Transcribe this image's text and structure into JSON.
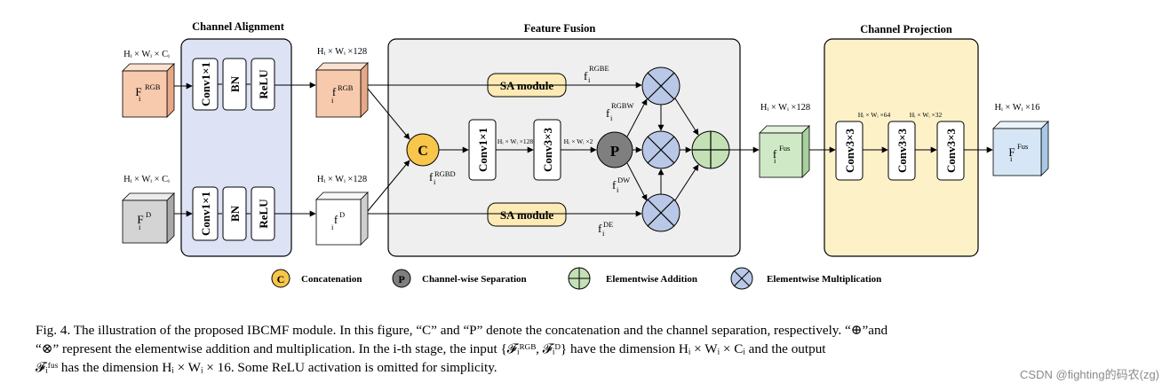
{
  "sections": {
    "channel_alignment": "Channel  Alignment",
    "feature_fusion": "Feature  Fusion",
    "channel_projection": "Channel  Projection"
  },
  "dims": {
    "input_rgb": "Hᵢ × Wᵢ × Cᵢ",
    "input_d": "Hᵢ × Wᵢ × Cᵢ",
    "aligned_rgb": "Hᵢ × Wᵢ ×128",
    "aligned_d": "Hᵢ × Wᵢ ×128",
    "fusion_conv": "Hᵢ × Wᵢ ×128",
    "fusion_sep": "Hᵢ × Wᵢ ×2",
    "fus_feature": "Hᵢ × Wᵢ ×128",
    "proj1": "Hᵢ × Wᵢ ×64",
    "proj2": "Hᵢ × Wᵢ ×32",
    "output": "Hᵢ × Wᵢ ×16"
  },
  "features": {
    "input_rgb": {
      "base": "F",
      "sub": "i",
      "sup": "RGB"
    },
    "input_d": {
      "base": "F",
      "sub": "i",
      "sup": "D"
    },
    "aligned_rgb": {
      "base": "f",
      "sub": "i",
      "sup": "RGB"
    },
    "aligned_d": {
      "base": "f",
      "sub": "i",
      "sup": "D"
    },
    "rgbe": {
      "base": "f",
      "sub": "i",
      "sup": "RGBE"
    },
    "rgbw": {
      "base": "f",
      "sub": "i",
      "sup": "RGBW"
    },
    "rgbd": {
      "base": "f",
      "sub": "i",
      "sup": "RGBD"
    },
    "dw": {
      "base": "f",
      "sub": "i",
      "sup": "DW"
    },
    "de": {
      "base": "f",
      "sub": "i",
      "sup": "DE"
    },
    "fus": {
      "base": "f",
      "sub": "i",
      "sup": "Fus"
    },
    "output": {
      "base": "F",
      "sub": "i",
      "sup": "Fus"
    }
  },
  "layers": {
    "conv1x1": "Conv1×1",
    "bn": "BN",
    "relu": "ReLU",
    "conv3x3": "Conv3×3"
  },
  "modules": {
    "sa_top": "SA module",
    "sa_bottom": "SA module",
    "concat_symbol": "C",
    "sep_symbol": "P"
  },
  "legend": [
    {
      "symbol": "C",
      "label": "Concatenation"
    },
    {
      "symbol": "P",
      "label": "Channel-wise Separation"
    },
    {
      "symbol": "plus",
      "label": "Elementwise Addition"
    },
    {
      "symbol": "times",
      "label": "Elementwise Multiplication"
    }
  ],
  "colors": {
    "alignment_bg": "#dde3f5",
    "fusion_bg": "#efefef",
    "projection_bg": "#fdf1c8",
    "rgb_cube": "#f7c9ad",
    "d_cube": "#d4d4d4",
    "fus_cube": "#cfe9c7",
    "out_cube": "#d6e6f6",
    "sa_fill": "#fdeab5",
    "concat_fill": "#f7c64a",
    "sep_fill": "#7f7f7f",
    "mul_fill": "#b9c8e6",
    "add_fill": "#c3e1b5"
  },
  "caption": {
    "line1": "Fig. 4.  The illustration of the proposed IBCMF module. In this figure, “C” and “P” denote the concatenation and the channel separation, respectively. “⊕”and",
    "line2": "“⊗” represent the elementwise addition and multiplication. In the i-th stage, the input {𝓕ᵢᴿᴳᴮ, 𝓕ᵢᴰ} have the dimension Hᵢ × Wᵢ × Cᵢ and the output",
    "line3": "𝓕ᵢᶠᵘˢ has the dimension Hᵢ × Wᵢ × 16. Some ReLU activation is omitted for simplicity."
  },
  "watermark": "CSDN @fighting的码农(zg)"
}
